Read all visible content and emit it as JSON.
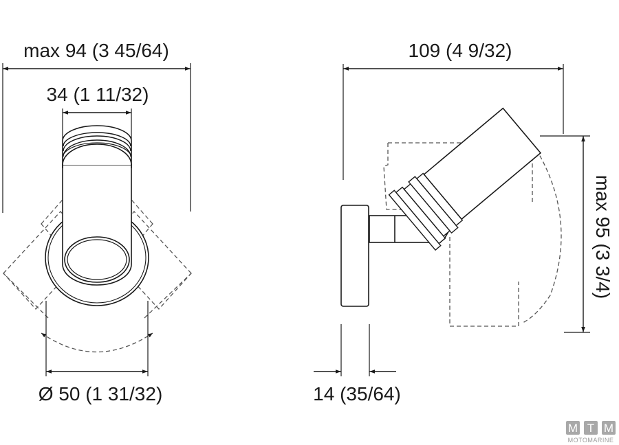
{
  "diagram": {
    "type": "technical-dimension-drawing",
    "subject": "swivel spot light",
    "front_view": {
      "overall_width": "max 94 (3 45/64)",
      "head_width": "34 (1 11/32)",
      "base_diameter": "Ø 50 (1 31/32)"
    },
    "side_view": {
      "overall_length": "109 (4 9/32)",
      "overall_height": "max 95 (3 3/4)",
      "base_thickness": "14 (35/64)"
    },
    "logo": {
      "letters": [
        "M",
        "T",
        "M"
      ],
      "subtitle": "MOTOMARINE"
    }
  },
  "colors": {
    "line": "#1a1a1a",
    "dashed": "#555555",
    "logo_box": "#a8a8a8"
  }
}
